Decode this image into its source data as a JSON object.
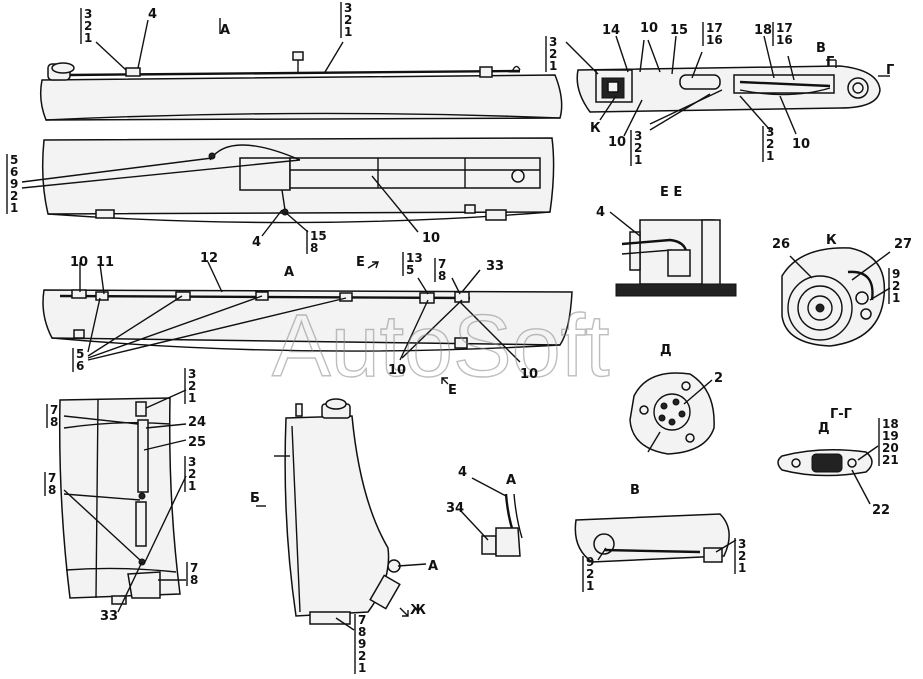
{
  "watermark": "AutoSoft",
  "callouts": {
    "top_stack_1": [
      "3",
      "2",
      "1"
    ],
    "top_num_4": "4",
    "view_a_top": "А",
    "top_stack_2": [
      "3",
      "2",
      "1"
    ],
    "left_stack": [
      "5",
      "6",
      "9",
      "2",
      "1"
    ],
    "mid_4": "4",
    "mid_15_8": [
      "15",
      "8"
    ],
    "mid_10": "10",
    "bar_10": "10",
    "bar_11": "11",
    "bar_12": "12",
    "bar_view_a": "А",
    "bar_e": "Е",
    "bar_13_5": [
      "13",
      "5"
    ],
    "bar_7_8": [
      "7",
      "8"
    ],
    "bar_33": "33",
    "bar_5_6": [
      "5",
      "6"
    ],
    "bar_10b": "10",
    "bar_10c": "10",
    "bar_e_bottom": "Е",
    "tr_stack_1": [
      "3",
      "2",
      "1"
    ],
    "tr_14": "14",
    "tr_10": "10",
    "tr_15": "15",
    "tr_17_16": [
      "17",
      "16"
    ],
    "tr_18": "18",
    "tr_17_16b": [
      "17",
      "16"
    ],
    "tr_view_v": "В",
    "tr_g": "Г",
    "tr_g2": "Г",
    "tr_k": "К",
    "tr_10b": "10",
    "tr_stack_mid": [
      "3",
      "2",
      "1"
    ],
    "tr_stack_right": [
      "3",
      "2",
      "1"
    ],
    "tr_10c": "10",
    "ee_title": "Е Е",
    "ee_4": "4",
    "k_title": "К",
    "k_26": "26",
    "k_27": "27",
    "k_stack": [
      "9",
      "2",
      "1"
    ],
    "d_title": "Д",
    "d_2": "2",
    "gg_title": "Г-Г",
    "gg_d": "Д",
    "gg_stack": [
      "18",
      "19",
      "20",
      "21"
    ],
    "gg_22": "22",
    "bl_stack_1": [
      "3",
      "2",
      "1"
    ],
    "bl_7_8": [
      "7",
      "8"
    ],
    "bl_24": "24",
    "bl_25": "25",
    "bl_stack_2": [
      "3",
      "2",
      "1"
    ],
    "bl_7_8b": [
      "7",
      "8"
    ],
    "bl_7_8c": [
      "7",
      "8"
    ],
    "bl_33": "33",
    "bc_b": "Б",
    "bc_a": "А",
    "bc_zh": "Ж",
    "bc_stack": [
      "7",
      "8",
      "9",
      "2",
      "1"
    ],
    "a_title": "А",
    "a_4": "4",
    "a_34": "34",
    "v_title": "В",
    "v_stack_left": [
      "9",
      "2",
      "1"
    ],
    "v_stack_right": [
      "3",
      "2",
      "1"
    ]
  }
}
